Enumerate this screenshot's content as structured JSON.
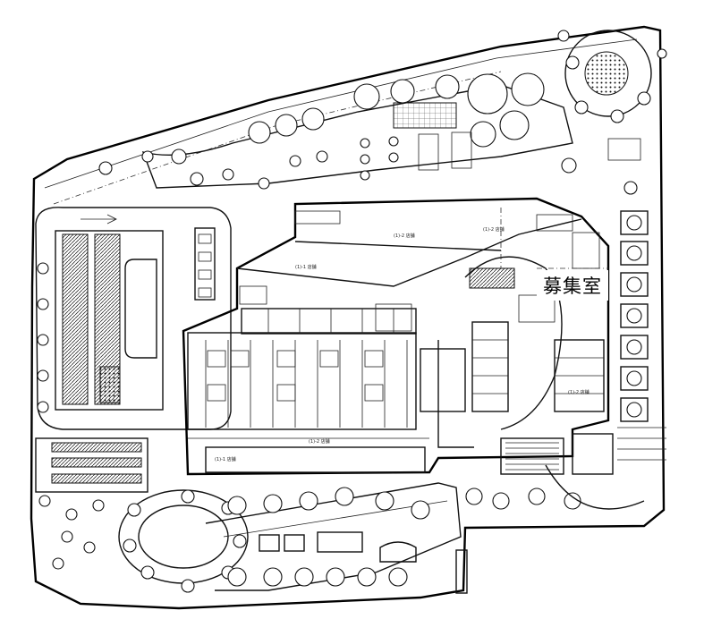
{
  "annotation": {
    "label": "募集室"
  },
  "drawing": {
    "type": "site floor plan",
    "style": "black line drawing on white"
  }
}
